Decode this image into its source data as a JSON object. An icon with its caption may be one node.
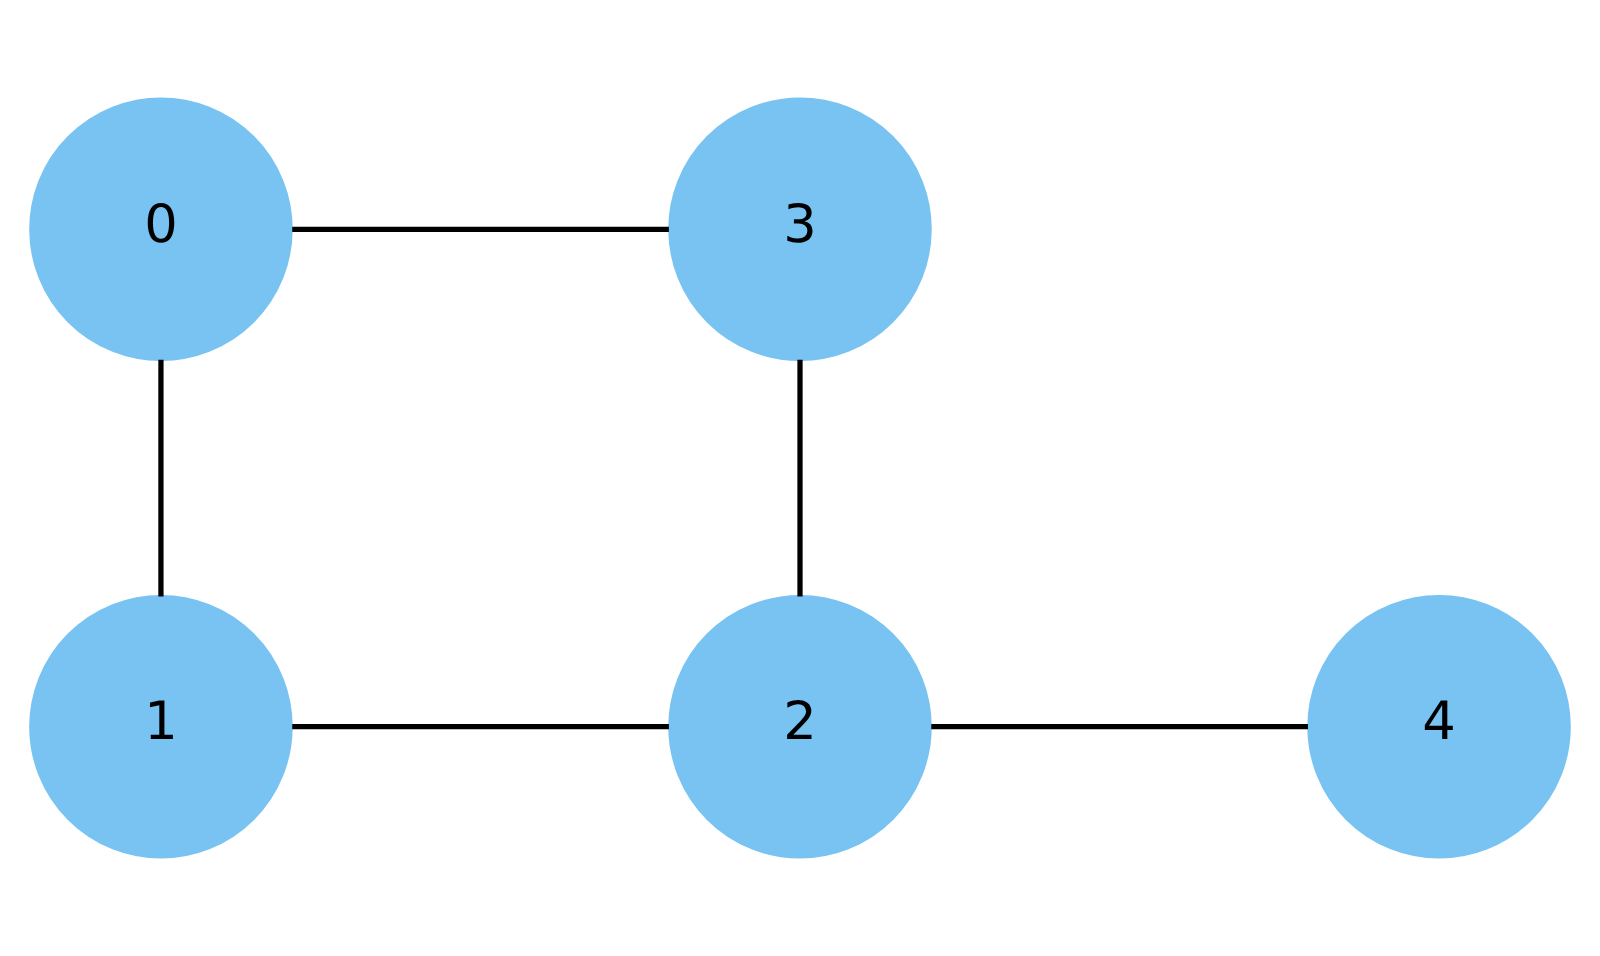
{
  "diagram": {
    "nodes": [
      {
        "text": [
          "0"
        ]
      },
      {
        "text": [
          "1"
        ]
      },
      {
        "text": [
          "2"
        ]
      },
      {
        "text": [
          "3"
        ]
      },
      {
        "text": [
          "4"
        ]
      }
    ],
    "edges": [
      {
        "from": 0,
        "to": 3,
        "arrow": "none"
      },
      {
        "from": 0,
        "to": 1,
        "arrow": "none"
      },
      {
        "from": 1,
        "to": 2,
        "arrow": "none"
      },
      {
        "from": 3,
        "to": 2,
        "arrow": "none"
      },
      {
        "from": 2,
        "to": 4,
        "arrow": "none"
      }
    ]
  }
}
